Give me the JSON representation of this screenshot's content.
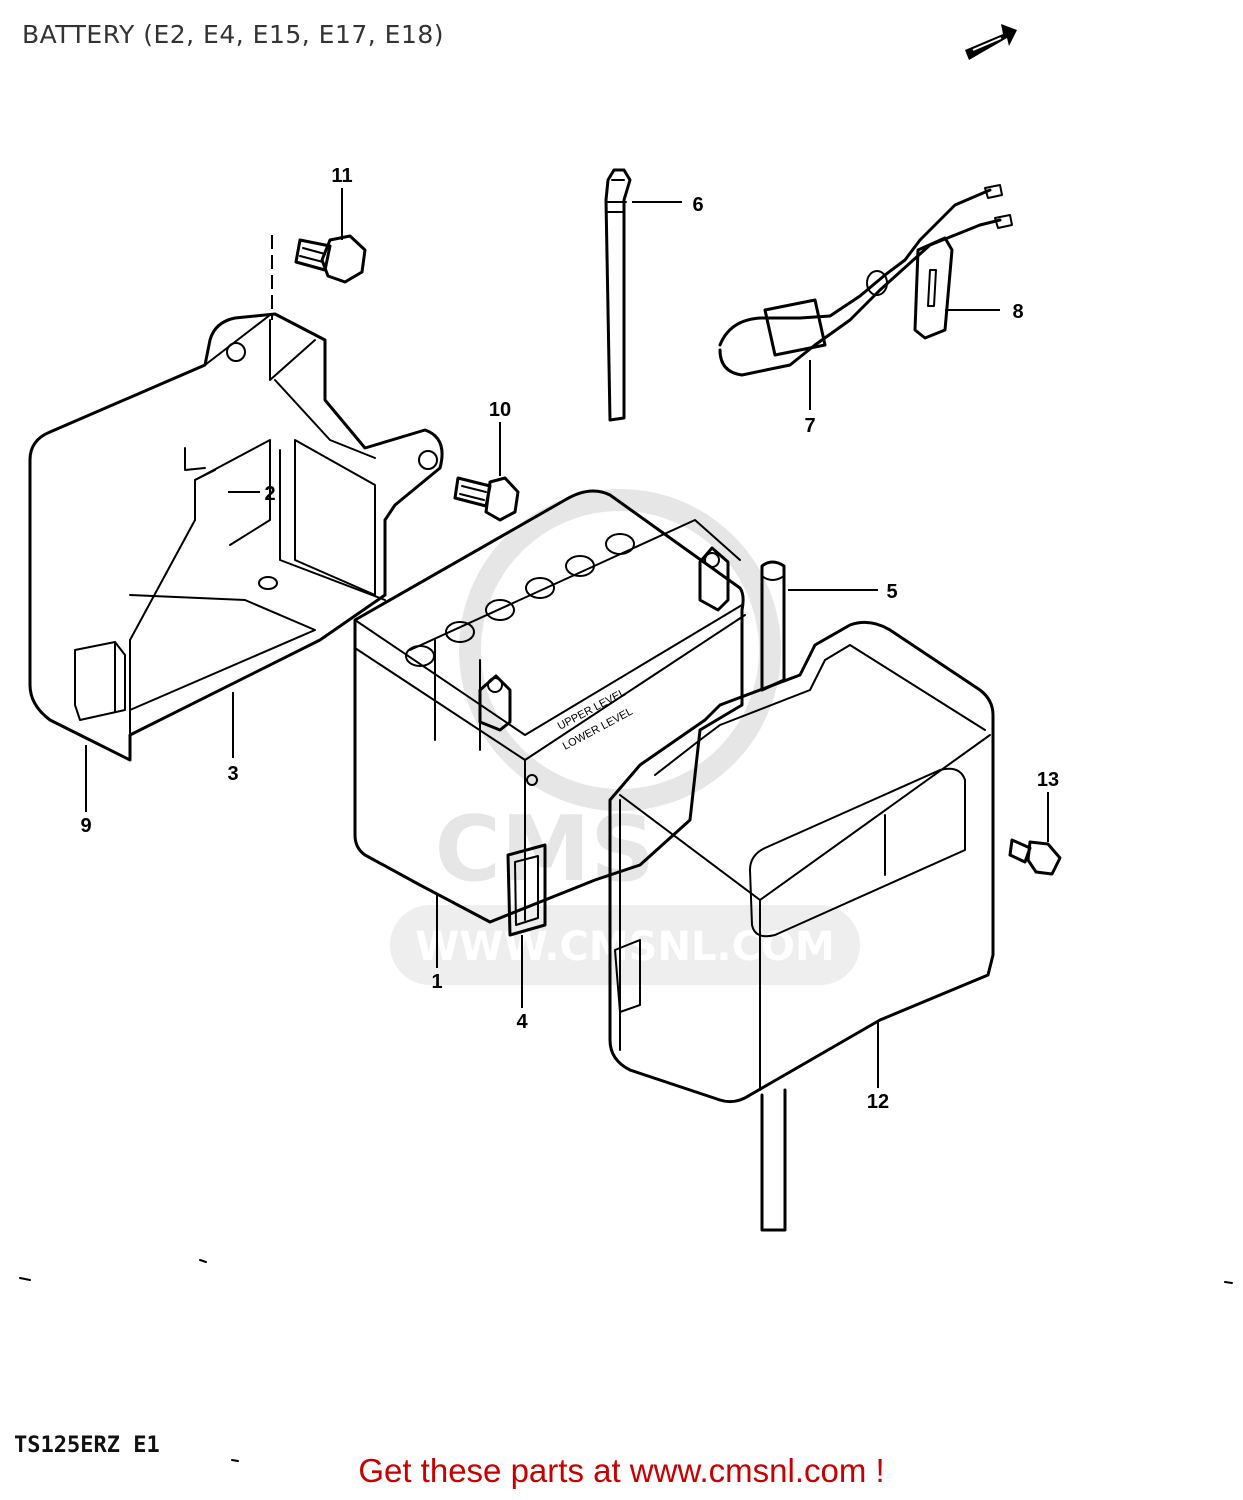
{
  "title": "BATTERY (E2, E4, E15, E17, E18)",
  "model_code": "TS125ERZ E1",
  "footer_link": "Get these parts at www.cmsnl.com !",
  "watermark": {
    "brand": "CMS",
    "url": "WWW.CMSNL.COM"
  },
  "battery_labels": {
    "upper": "UPPER LEVEL",
    "lower": "LOWER LEVEL"
  },
  "callouts": [
    {
      "n": "1"
    },
    {
      "n": "2"
    },
    {
      "n": "3"
    },
    {
      "n": "4"
    },
    {
      "n": "5"
    },
    {
      "n": "6"
    },
    {
      "n": "7"
    },
    {
      "n": "8"
    },
    {
      "n": "9"
    },
    {
      "n": "10"
    },
    {
      "n": "11"
    },
    {
      "n": "12"
    },
    {
      "n": "13"
    }
  ],
  "colors": {
    "footer": "#c80000",
    "line": "#000000",
    "watermark": "#e6e6e6"
  },
  "icons": {
    "direction_arrow": "forward-arrow-icon"
  }
}
